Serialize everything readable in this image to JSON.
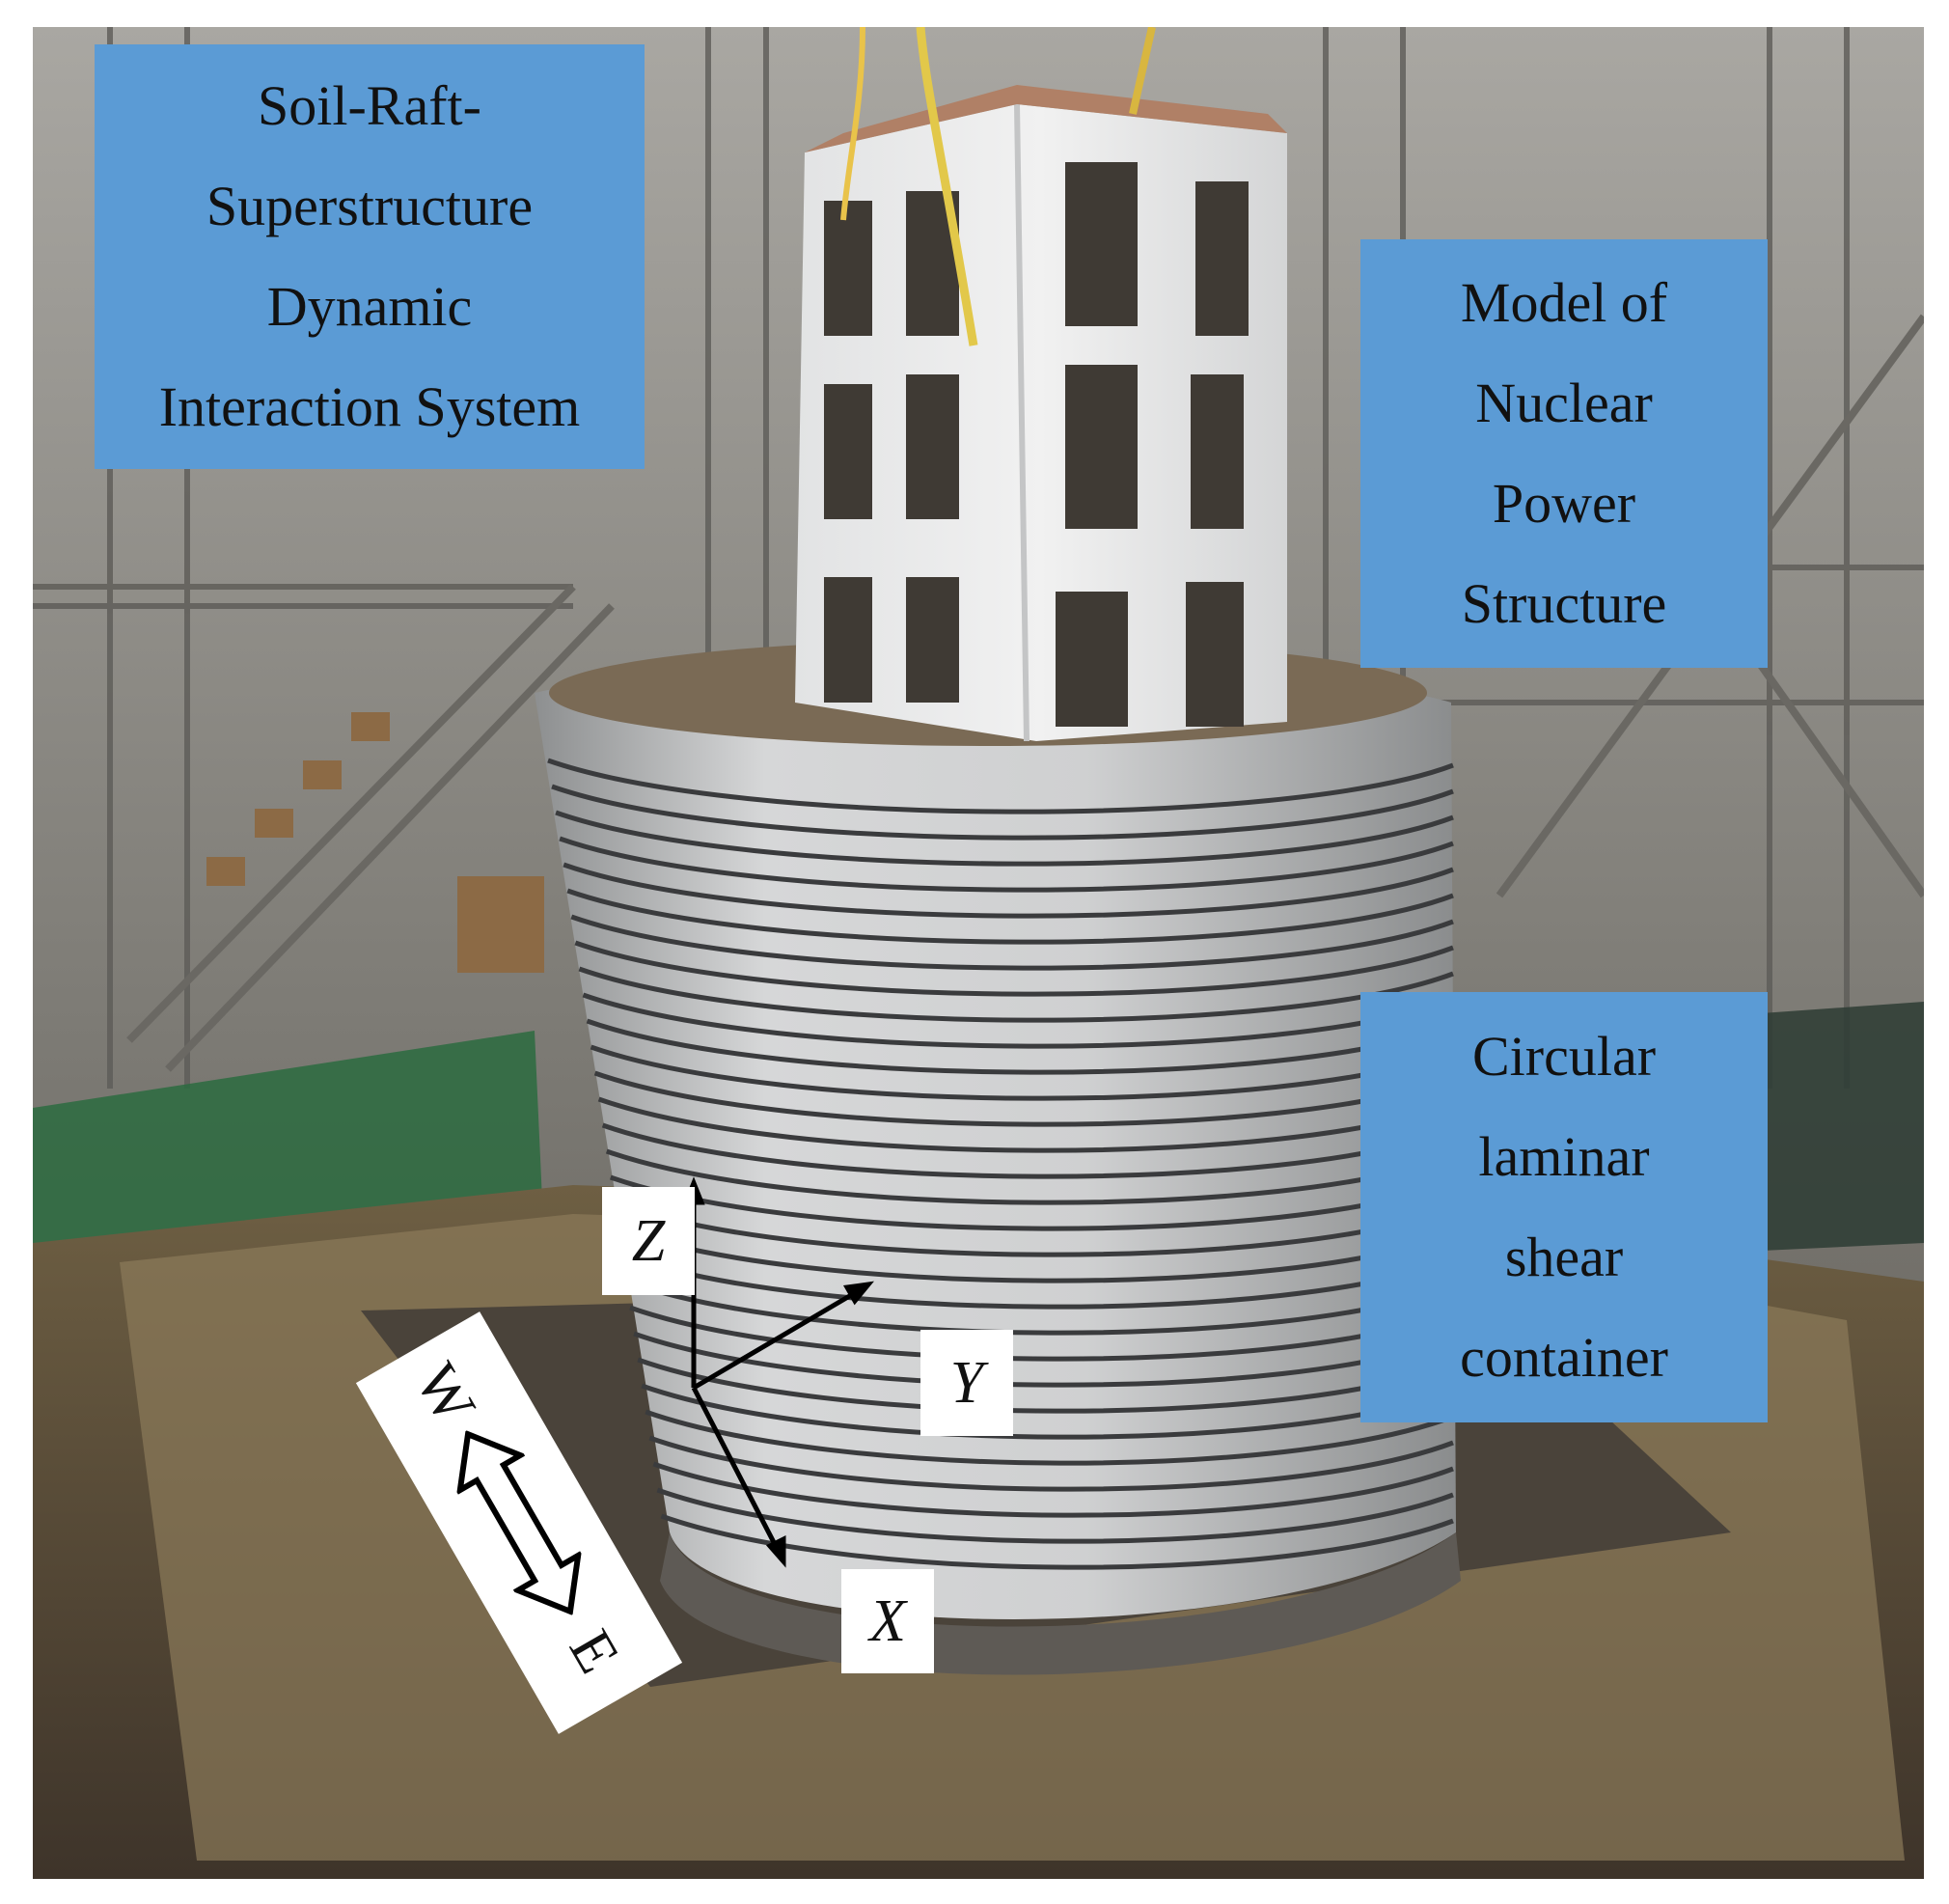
{
  "labels": {
    "system": [
      "Soil-Raft-",
      "Superstructure",
      "Dynamic",
      "Interaction System"
    ],
    "structure": [
      "Model of",
      "Nuclear",
      "Power",
      "Structure"
    ],
    "container": [
      "Circular",
      "laminar",
      "shear",
      "container"
    ]
  },
  "axes": {
    "z": "Z",
    "y": "Y",
    "x": "X"
  },
  "direction": {
    "west": "W",
    "east": "E"
  }
}
